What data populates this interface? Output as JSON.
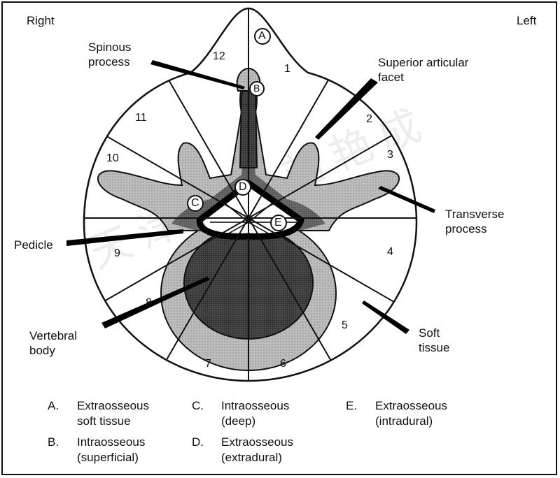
{
  "sides": {
    "right": "Right",
    "left": "Left"
  },
  "callouts": {
    "spinous_process": [
      "Spinous",
      "process"
    ],
    "superior_articular_facet": [
      "Superior articular",
      "facet"
    ],
    "transverse_process": [
      "Transverse",
      "process"
    ],
    "pedicle": "Pedicle",
    "vertebral_body": [
      "Vertebral",
      "body"
    ],
    "soft_tissue": [
      "Soft",
      "tissue"
    ]
  },
  "sectors": [
    "1",
    "2",
    "3",
    "4",
    "5",
    "6",
    "7",
    "8",
    "9",
    "10",
    "11",
    "12"
  ],
  "zones": {
    "A": "A",
    "B": "B",
    "C": "C",
    "D": "D",
    "E": "E"
  },
  "legend": [
    {
      "key": "A.",
      "text": [
        "Extraosseous",
        "soft tissue"
      ]
    },
    {
      "key": "B.",
      "text": [
        "Intraosseous",
        "(superficial)"
      ]
    },
    {
      "key": "C.",
      "text": [
        "Intraosseous",
        "(deep)"
      ]
    },
    {
      "key": "D.",
      "text": [
        "Extraosseous",
        "(extradural)"
      ]
    },
    {
      "key": "E.",
      "text": [
        "Extraosseous",
        "(intradural)"
      ]
    }
  ],
  "watermark": "天津医院刘艳成"
}
